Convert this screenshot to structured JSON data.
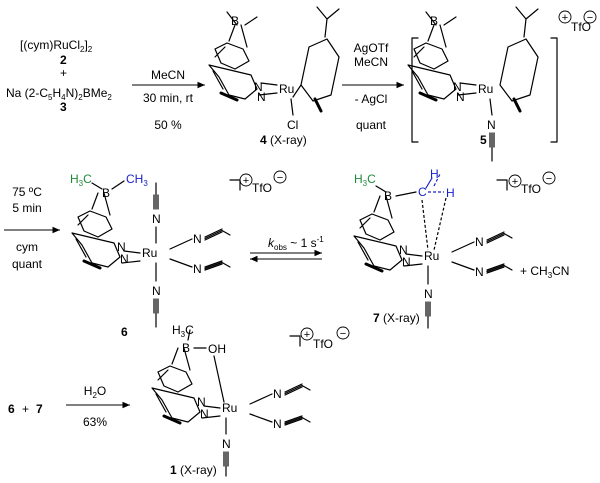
{
  "colors": {
    "methyl_green": "#1f8a3a",
    "agostic_blue": "#1a22c8"
  },
  "reagents": {
    "line1": "[(cym)RuCl",
    "line1_sub": "2",
    "line1_end": "]",
    "line1_sub2": "2",
    "line2": "2",
    "plus": "+",
    "line3": "Na (2-C",
    "line3_sub1": "5",
    "line3_mid": "H",
    "line3_sub2": "4",
    "line3_mid2": "N)",
    "line3_sub3": "2",
    "line3_end": "BMe",
    "line3_sub4": "2",
    "line4": "3"
  },
  "step1": {
    "solvent": "MeCN",
    "conditions": "30 min, rt",
    "yield": "50 %"
  },
  "step2": {
    "reagent1": "AgOTf",
    "reagent2": "MeCN",
    "byproduct": "- AgCl",
    "yield": "quant"
  },
  "step3": {
    "temp": "75 ºC",
    "time": "5 min",
    "byproduct": "cym",
    "yield": "quant"
  },
  "step4": {
    "k": "k",
    "k_sub": "obs",
    "value": " ~ 1 s",
    "exp": "-1"
  },
  "step5": {
    "reagent": "H",
    "reagent_sub": "2",
    "reagent_end": "O",
    "yield": "63%"
  },
  "compounds": {
    "c4": {
      "label": "4",
      "note": " (X-ray)"
    },
    "c5": {
      "label": "5"
    },
    "c6": {
      "label": "6"
    },
    "c7": {
      "label": "7",
      "note": " (X-ray)"
    },
    "c1": {
      "label": "1",
      "note": " (X-ray)"
    }
  },
  "atoms": {
    "B": "B",
    "N": "N",
    "Ru": "Ru",
    "Cl": "Cl",
    "H": "H",
    "C": "C",
    "OH": "OH",
    "H3C": "H",
    "H3C_sub": "3",
    "H3C_end": "C",
    "CH3": "CH",
    "CH3_sub": "3"
  },
  "counterion": {
    "text": "TfO",
    "plus": "+",
    "minus": "−"
  },
  "equation": {
    "plus1": "+ CH",
    "plus1_sub": "3",
    "plus1_end": "CN",
    "six": "6",
    "plus": "+",
    "seven": "7"
  }
}
